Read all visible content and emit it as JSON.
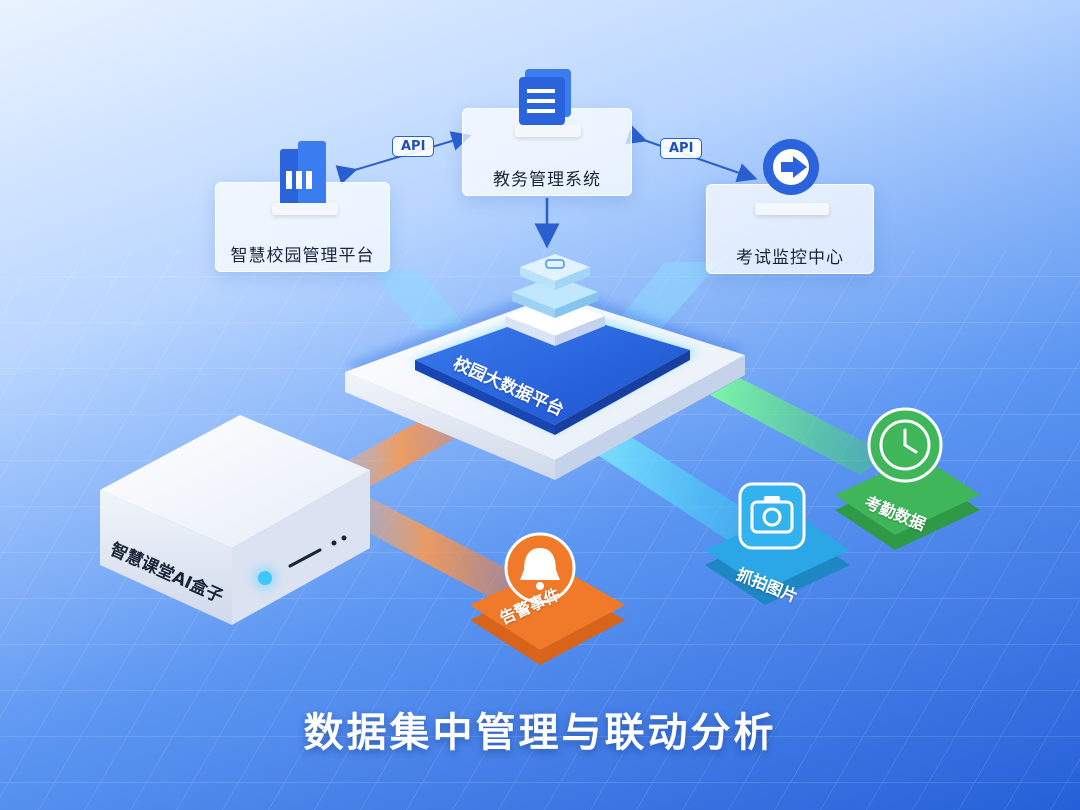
{
  "systems": {
    "academic": {
      "label": "教务管理系统",
      "icon": "document-stack-icon"
    },
    "campus": {
      "label": "智慧校园管理平台",
      "icon": "building-icon"
    },
    "exam": {
      "label": "考试监控中心",
      "icon": "arrow-right-circle-icon"
    }
  },
  "api_links": {
    "left": "API",
    "right": "API"
  },
  "hub": {
    "label": "校园大数据平台",
    "icon": "stacked-layers-icon"
  },
  "ai_box": {
    "label": "智慧课堂AI盒子"
  },
  "outputs": {
    "alert": {
      "label": "告警事件",
      "icon": "bell-icon",
      "color": "#f07a2a"
    },
    "snapshot": {
      "label": "抓拍图片",
      "icon": "camera-icon",
      "color": "#2ba6e6"
    },
    "attendance": {
      "label": "考勤数据",
      "icon": "clock-icon",
      "color": "#3fb65a"
    }
  },
  "headline": "数据集中管理与联动分析"
}
